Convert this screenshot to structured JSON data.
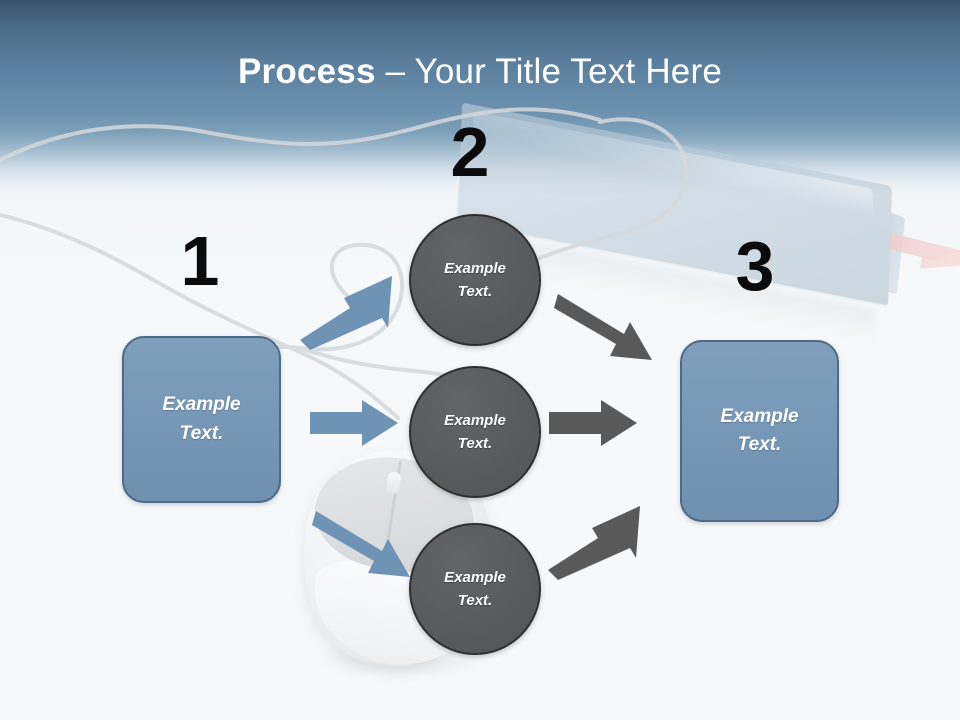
{
  "slide": {
    "title_strong": "Process",
    "title_rest": " – Your Title Text Here",
    "background_top_color": "#39536c",
    "background_mid_color": "#6c91ae",
    "background_bottom_color": "#f6f8f9",
    "accent_blue": "#7798b6",
    "accent_gray": "#5b5c5e",
    "arrow_blue": "#6e93b5",
    "arrow_gray": "#595959",
    "number_color": "#0b0b0b"
  },
  "steps": [
    {
      "number": "1",
      "label": "Example\nText."
    },
    {
      "number": "2",
      "label": "Example\nText."
    },
    {
      "number": "3",
      "label": "Example\nText."
    }
  ],
  "numbers": {
    "one": "1",
    "two": "2",
    "three": "3"
  },
  "boxes": {
    "left": {
      "line1": "Example",
      "line2": "Text."
    },
    "right": {
      "line1": "Example",
      "line2": "Text."
    }
  },
  "circles": [
    {
      "line1": "Example",
      "line2": "Text."
    },
    {
      "line1": "Example",
      "line2": "Text."
    },
    {
      "line1": "Example",
      "line2": "Text."
    }
  ],
  "arrows": {
    "blue_up": {
      "direction": "up-right",
      "color": "#6e93b5"
    },
    "blue_straight": {
      "direction": "right",
      "color": "#6e93b5"
    },
    "blue_down": {
      "direction": "down-right",
      "color": "#6e93b5"
    },
    "gray_down": {
      "direction": "down-right",
      "color": "#595959"
    },
    "gray_straight": {
      "direction": "right",
      "color": "#595959"
    },
    "gray_up": {
      "direction": "up-right",
      "color": "#595959"
    }
  },
  "photo": {
    "book_cover_color": "#b7c8d6",
    "book_ribbon_color": "#f0a8a5",
    "mouse_color": "#f1f3f4",
    "cable_color": "#d7dadd"
  }
}
